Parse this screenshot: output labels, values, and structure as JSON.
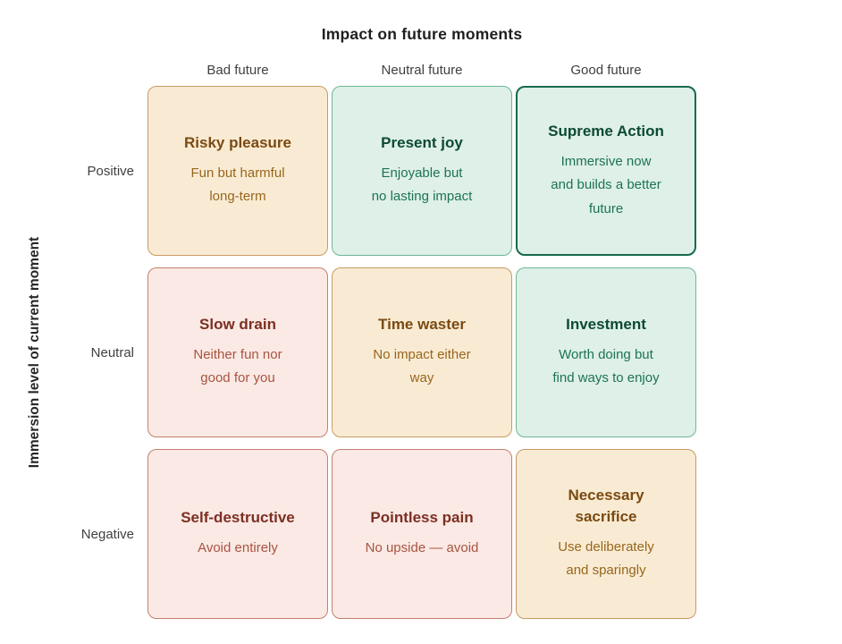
{
  "title": "Impact on future moments",
  "x_axis": {
    "columns": [
      "Bad future",
      "Neutral future",
      "Good future"
    ]
  },
  "y_axis": {
    "label": "Immersion level of current moment",
    "rows": [
      "Positive",
      "Neutral",
      "Negative"
    ]
  },
  "cells": [
    {
      "variant": "tan",
      "title": "Risky pleasure",
      "subtitle": "Fun but harmful\nlong-term"
    },
    {
      "variant": "mint",
      "title": "Present joy",
      "subtitle": "Enjoyable but\nno lasting impact"
    },
    {
      "variant": "mint_highlight",
      "title": "Supreme Action",
      "subtitle": "Immersive now\nand builds a better\nfuture"
    },
    {
      "variant": "pink",
      "title": "Slow drain",
      "subtitle": "Neither fun nor\ngood for you"
    },
    {
      "variant": "tan",
      "title": "Time waster",
      "subtitle": "No impact either\nway"
    },
    {
      "variant": "mint",
      "title": "Investment",
      "subtitle": "Worth doing but\nfind ways to enjoy"
    },
    {
      "variant": "pink",
      "title": "Self-destructive",
      "subtitle": "Avoid entirely"
    },
    {
      "variant": "pink",
      "title": "Pointless pain",
      "subtitle": "No upside — avoid"
    },
    {
      "variant": "tan",
      "title": "Necessary\nsacrifice",
      "subtitle": "Use deliberately\nand sparingly"
    }
  ],
  "palette": {
    "tan": {
      "bg": "#F9EBD3",
      "border": "#C89B63",
      "title": "#7A4A12",
      "subtitle": "#97661D",
      "border_width": 1.5
    },
    "mint": {
      "bg": "#DEF0E8",
      "border": "#6FB795",
      "title": "#0C4A33",
      "subtitle": "#1D7354",
      "border_width": 1.5
    },
    "mint_highlight": {
      "bg": "#DEF0E8",
      "border": "#176A4B",
      "title": "#0C4A33",
      "subtitle": "#1D7354",
      "border_width": 2.5
    },
    "pink": {
      "bg": "#FAE9E4",
      "border": "#C4806F",
      "title": "#7C2F23",
      "subtitle": "#A85441",
      "border_width": 1.5
    }
  }
}
